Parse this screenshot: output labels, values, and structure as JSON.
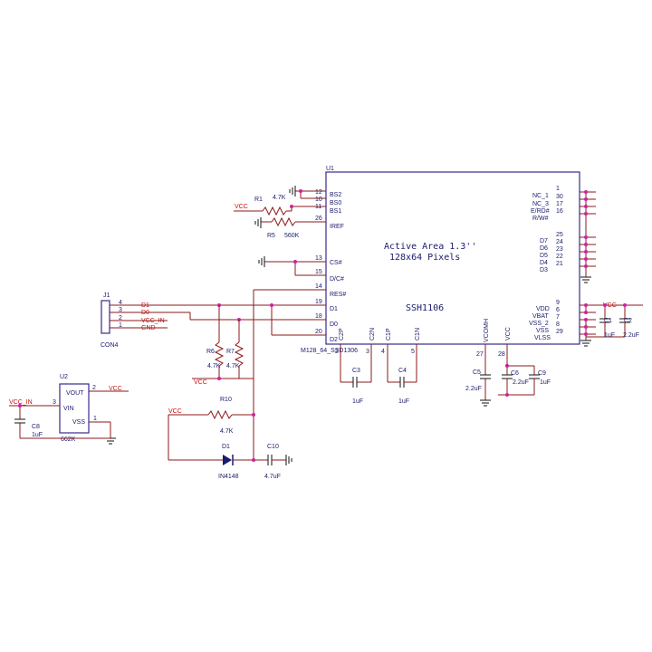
{
  "u1": {
    "ref": "U1",
    "active_area": "Active Area 1.3''",
    "resolution": "128x64 Pixels",
    "chip": "SSH1106",
    "footprint": "M128_64_SSD1306",
    "left_pins": [
      {
        "num": "12",
        "name": "BS2"
      },
      {
        "num": "10",
        "name": "BS0"
      },
      {
        "num": "11",
        "name": "BS1"
      },
      {
        "num": "26",
        "name": "IREF"
      },
      {
        "num": "13",
        "name": "CS#"
      },
      {
        "num": "15",
        "name": "D/C#"
      },
      {
        "num": "14",
        "name": "RES#"
      },
      {
        "num": "19",
        "name": "D1"
      },
      {
        "num": "18",
        "name": "D0"
      },
      {
        "num": "20",
        "name": "D2"
      }
    ],
    "right_pins": [
      {
        "num": "1",
        "name": "NC_1"
      },
      {
        "num": "30",
        "name": "NC_3"
      },
      {
        "num": "17",
        "name": "E/RD#"
      },
      {
        "num": "16",
        "name": "R/W#"
      },
      {
        "num": "25",
        "name": "D7"
      },
      {
        "num": "24",
        "name": "D6"
      },
      {
        "num": "23",
        "name": "D5"
      },
      {
        "num": "22",
        "name": "D4"
      },
      {
        "num": "21",
        "name": "D3"
      },
      {
        "num": "9",
        "name": "VDD"
      },
      {
        "num": "6",
        "name": "VBAT"
      },
      {
        "num": "7",
        "name": "VSS_2"
      },
      {
        "num": "8",
        "name": "VSS"
      },
      {
        "num": "29",
        "name": "VLSS"
      }
    ],
    "bottom_pins": [
      {
        "num": "2",
        "name": "C2P"
      },
      {
        "num": "3",
        "name": "C2N"
      },
      {
        "num": "4",
        "name": "C1P"
      },
      {
        "num": "5",
        "name": "C1N"
      },
      {
        "num": "27",
        "name": "VCOMH"
      },
      {
        "num": "28",
        "name": "VCC"
      }
    ]
  },
  "j1": {
    "ref": "J1",
    "type": "CON4",
    "pins": [
      {
        "num": "4",
        "net": "D1"
      },
      {
        "num": "3",
        "net": "D0"
      },
      {
        "num": "2",
        "net": "VCC_IN"
      },
      {
        "num": "1",
        "net": "GND"
      }
    ]
  },
  "u2": {
    "ref": "U2",
    "part": "662K",
    "pins": [
      {
        "num": "2",
        "name": "VOUT",
        "net": "VCC"
      },
      {
        "num": "3",
        "name": "VIN",
        "net": "VCC_IN"
      },
      {
        "num": "1",
        "name": "VSS"
      }
    ]
  },
  "resistors": {
    "r1": {
      "ref": "R1",
      "value": "4.7K"
    },
    "r5": {
      "ref": "R5",
      "value": "560K"
    },
    "r6": {
      "ref": "R6",
      "value": "4.7K"
    },
    "r7": {
      "ref": "R7",
      "value": "4.7K"
    },
    "r10": {
      "ref": "R10",
      "value": "4.7K"
    }
  },
  "capacitors": {
    "c1": {
      "ref": "C1",
      "value": "1uF"
    },
    "c2": {
      "ref": "C2",
      "value": "2.2uF"
    },
    "c3": {
      "ref": "C3",
      "value": "1uF"
    },
    "c4": {
      "ref": "C4",
      "value": "1uF"
    },
    "c5": {
      "ref": "C5",
      "value": "2.2uF"
    },
    "c6": {
      "ref": "C6",
      "value": "2.2uF"
    },
    "c8": {
      "ref": "C8",
      "value": "1uF"
    },
    "c9": {
      "ref": "C9",
      "value": "1uF"
    },
    "c10": {
      "ref": "C10",
      "value": "4.7uF"
    }
  },
  "diode": {
    "ref": "D1",
    "part": "IN4148"
  },
  "nets": {
    "vcc": "VCC",
    "vcc_in": "VCC_IN"
  }
}
